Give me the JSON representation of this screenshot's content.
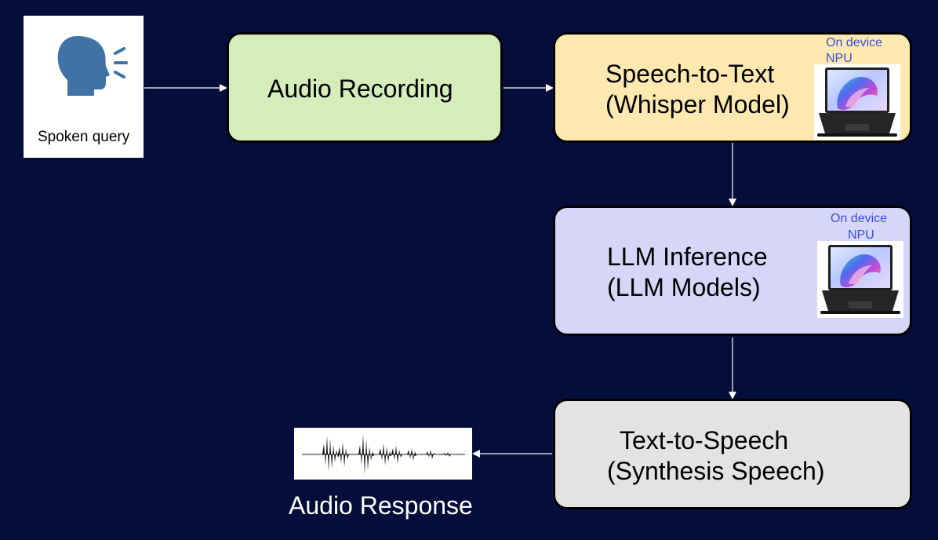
{
  "speaker": {
    "label": "Spoken query",
    "icon": "speaking-head-icon"
  },
  "audio_recording": {
    "label": "Audio Recording",
    "color": "#d4edbb"
  },
  "speech_to_text": {
    "line1": "Speech-to-Text",
    "line2": "(Whisper Model)",
    "npu_line1": "On device",
    "npu_line2": "NPU",
    "color": "#fde9b0"
  },
  "llm": {
    "line1": "LLM Inference",
    "line2": "(LLM Models)",
    "npu_line1": "On device",
    "npu_line2": "NPU",
    "color": "#d6d7f8"
  },
  "text_to_speech": {
    "line1": "Text-to-Speech",
    "line2": "(Synthesis Speech)",
    "color": "#e3e3e3"
  },
  "audio_response": {
    "label": "Audio Response",
    "icon": "waveform-icon"
  },
  "colors": {
    "background": "#050d3a",
    "arrow": "#ffffff",
    "npu_text": "#3a4fd8"
  }
}
